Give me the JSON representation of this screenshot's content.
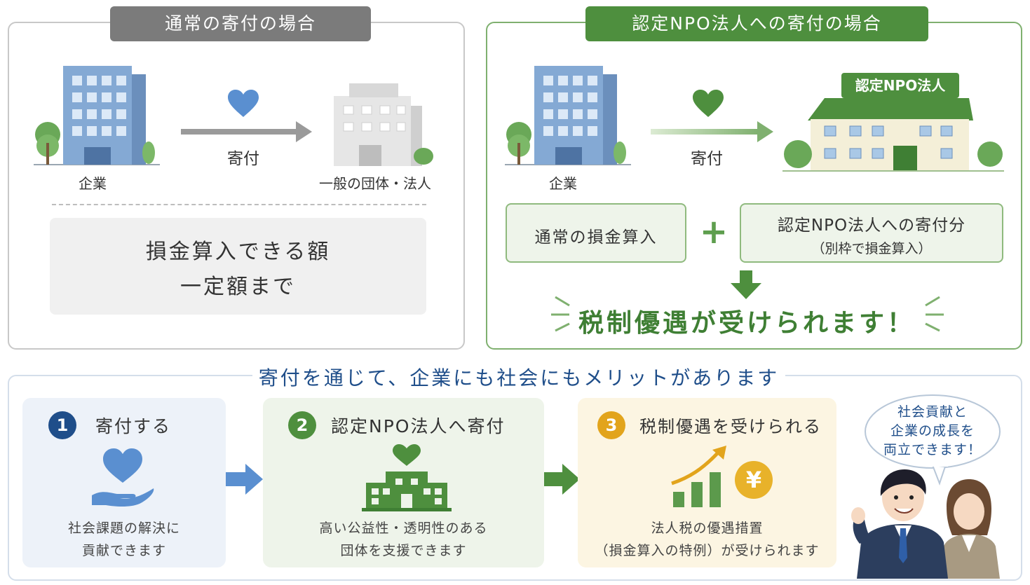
{
  "left_panel": {
    "tab": "通常の寄付の場合",
    "company_label": "企業",
    "flow_label": "寄付",
    "recipient_label": "一般の団体・法人",
    "deduction_line1": "損金算入できる額",
    "deduction_line2": "一定額まで"
  },
  "right_panel": {
    "tab": "認定NPO法人への寄付の場合",
    "company_label": "企業",
    "flow_label": "寄付",
    "npo_sign": "認定NPO法人",
    "box_normal": "通常の損金算入",
    "plus": "+",
    "box_special_line1": "認定NPO法人への寄付分",
    "box_special_line2": "（別枠で損金算入）",
    "result": "税制優遇が受けられます！"
  },
  "bottom": {
    "heading": "寄付を通じて、企業にも社会にもメリットがあります",
    "steps": [
      {
        "number": "1",
        "title": "寄付する",
        "desc_line1": "社会課題の解決に",
        "desc_line2": "貢献できます"
      },
      {
        "number": "2",
        "title": "認定NPO法人へ寄付",
        "desc_line1": "高い公益性・透明性のある",
        "desc_line2": "団体を支援できます"
      },
      {
        "number": "3",
        "title": "税制優遇を受けられる",
        "desc_line1": "法人税の優遇措置",
        "desc_line2": "（損金算入の特例）が受けられます"
      }
    ],
    "yen_symbol": "¥",
    "bubble_line1": "社会貢献と",
    "bubble_line2": "企業の成長を",
    "bubble_line3": "両立できます！"
  },
  "colors": {
    "gray": "#7b7b7b",
    "green": "#4e8f3e",
    "green_light": "#eef4ea",
    "blue": "#5a8fd0",
    "navy": "#1f4e8a",
    "gold": "#e2a41c"
  }
}
